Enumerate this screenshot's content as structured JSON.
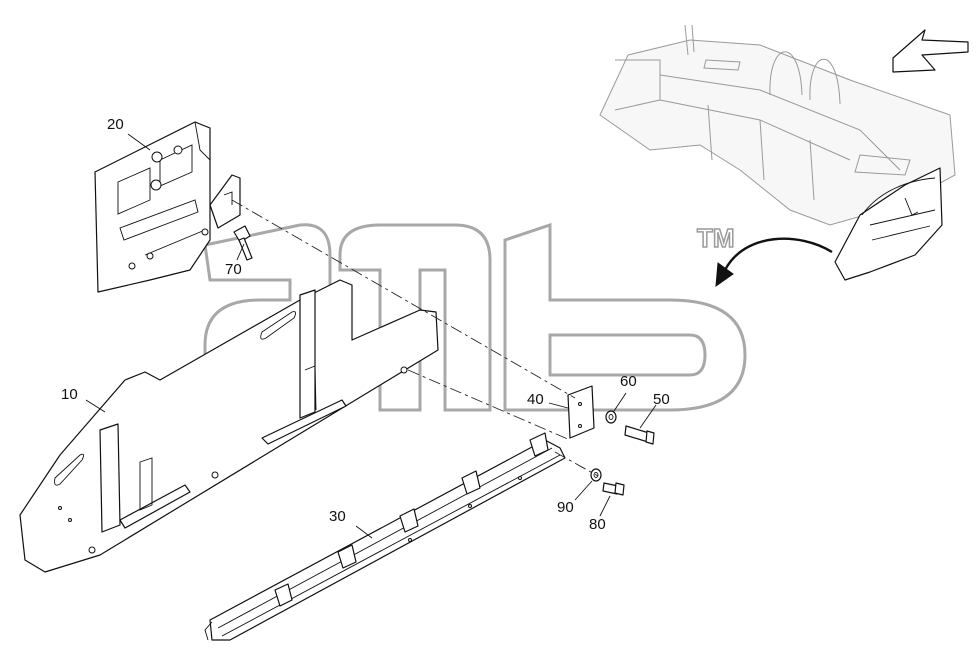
{
  "callouts": {
    "c10": "10",
    "c20": "20",
    "c30": "30",
    "c40": "40",
    "c50": "50",
    "c60": "60",
    "c70": "70",
    "c80": "80",
    "c90": "90"
  },
  "watermark": {
    "logo": "amb-logo-outline",
    "trademark": "TM"
  },
  "icons": {
    "view_arrow": "hollow-direction-arrow-icon",
    "location_arrow": "curved-arrow-icon"
  }
}
